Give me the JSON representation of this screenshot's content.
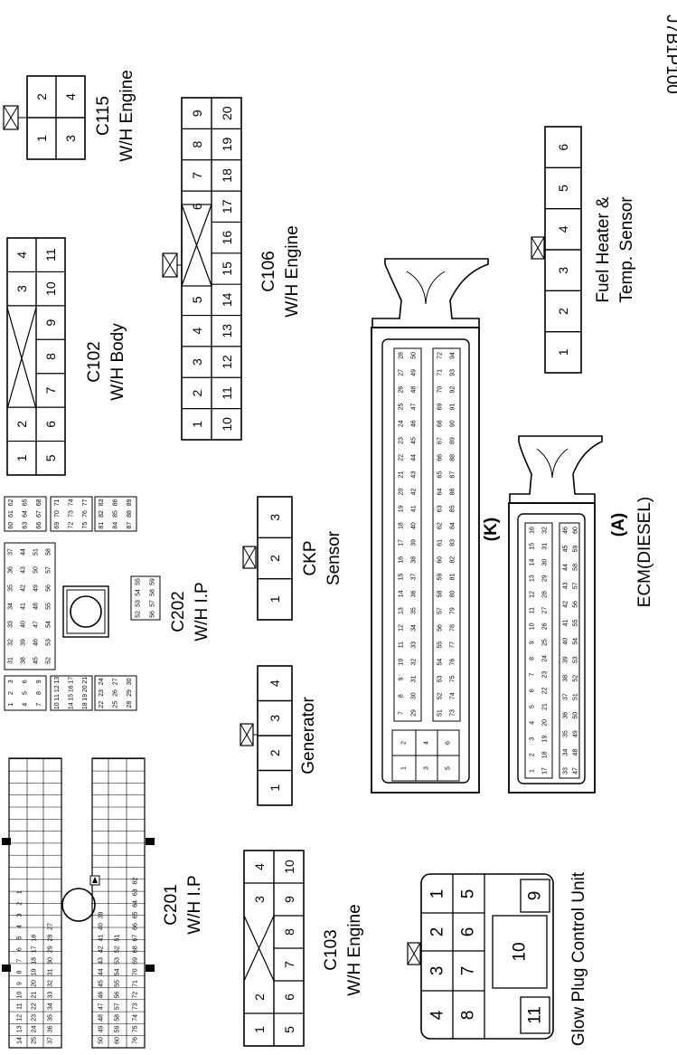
{
  "figure_id": "J7B1P100",
  "connectors": {
    "c115": {
      "name": "C115",
      "desc": "W/H Engine",
      "pins": [
        "1",
        "2",
        "3",
        "4"
      ]
    },
    "c106": {
      "name": "C106",
      "desc": "W/H Engine",
      "row_top": [
        "1",
        "2",
        "3",
        "4",
        "5",
        "6",
        "7",
        "8",
        "9"
      ],
      "row_bot": [
        "10",
        "11",
        "12",
        "13",
        "14",
        "15",
        "16",
        "17",
        "18",
        "19",
        "20"
      ]
    },
    "c102": {
      "name": "C102",
      "desc": "W/H Body",
      "row_top": [
        "1",
        "2",
        "3",
        "4"
      ],
      "row_bot": [
        "5",
        "6",
        "7",
        "8",
        "9",
        "10",
        "11"
      ]
    },
    "fuel_heater": {
      "name": "Fuel Heater &",
      "desc": "Temp. Sensor",
      "pins": [
        "1",
        "2",
        "3",
        "4",
        "5",
        "6"
      ]
    },
    "ckp": {
      "name": "CKP",
      "desc": "Sensor",
      "pins": [
        "1",
        "2",
        "3"
      ]
    },
    "generator": {
      "name": "Generator",
      "pins": [
        "1",
        "2",
        "3",
        "4"
      ]
    },
    "c202": {
      "name": "C202",
      "desc": "W/H I.P"
    },
    "c201": {
      "name": "C201",
      "desc": "W/H I.P"
    },
    "c103": {
      "name": "C103",
      "desc": "W/H Engine",
      "row_top": [
        "1",
        "2",
        "3",
        "4"
      ],
      "row_bot": [
        "5",
        "6",
        "7",
        "8",
        "9",
        "10"
      ]
    },
    "glow": {
      "name": "Glow Plug Control Unit",
      "pins": [
        "1",
        "2",
        "3",
        "4",
        "5",
        "6",
        "7",
        "8",
        "9",
        "10",
        "11"
      ]
    },
    "ecm": {
      "name": "ECM(DIESEL)",
      "k_label": "(K)",
      "a_label": "(A)",
      "k_small": [
        "2",
        "4",
        "6",
        "1",
        "3",
        "5"
      ]
    }
  }
}
